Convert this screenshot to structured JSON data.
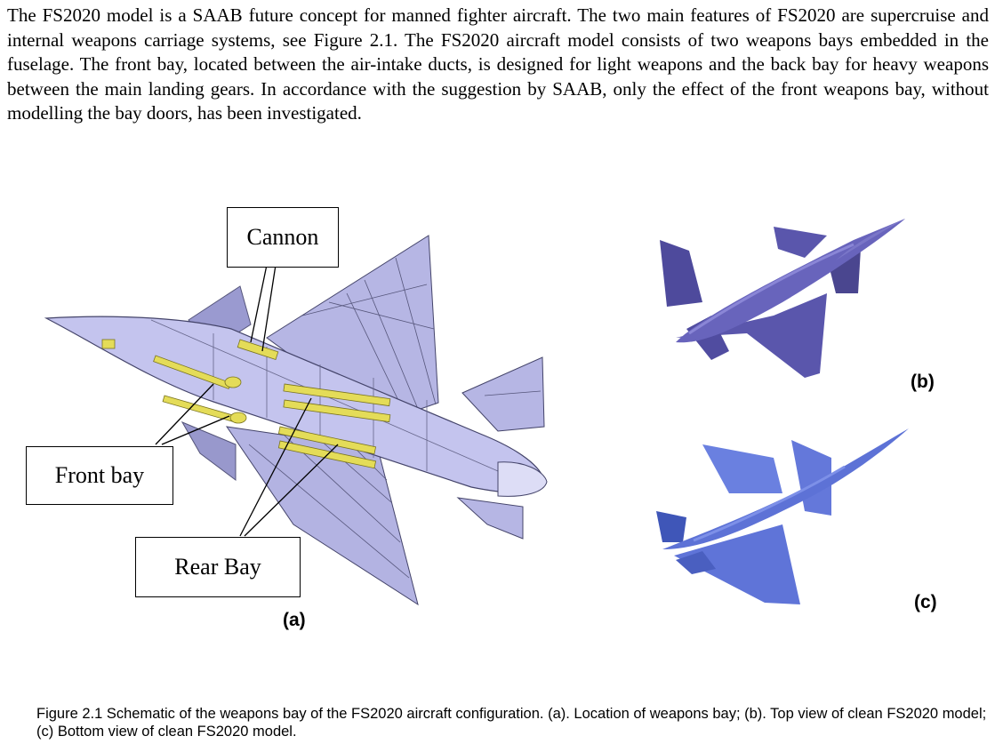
{
  "body_text": "The FS2020 model is a SAAB future concept for manned fighter aircraft. The two main features of FS2020 are supercruise and internal weapons carriage systems, see Figure 2.1. The FS2020 aircraft model consists of two weapons bays embedded in the fuselage. The front bay, located between the air-intake ducts, is designed for light weapons and the back bay for heavy weapons between the main landing gears. In accordance with the suggestion by SAAB, only the effect of the front weapons bay, without modelling the bay doors, has been investigated.",
  "figure": {
    "callouts": {
      "cannon": "Cannon",
      "front_bay": "Front bay",
      "rear_bay": "Rear Bay"
    },
    "panel_labels": {
      "a": "(a)",
      "b": "(b)",
      "c": "(c)"
    },
    "colors": {
      "airframe": "#b6b6e4",
      "weapons": "#e4dc58",
      "top_view": "#5a56ac",
      "bottom_view": "#5f74d8"
    }
  },
  "caption": "Figure 2.1 Schematic of the weapons bay of the FS2020 aircraft configuration. (a). Location of weapons bay; (b). Top view of clean FS2020 model; (c) Bottom view of clean FS2020 model."
}
